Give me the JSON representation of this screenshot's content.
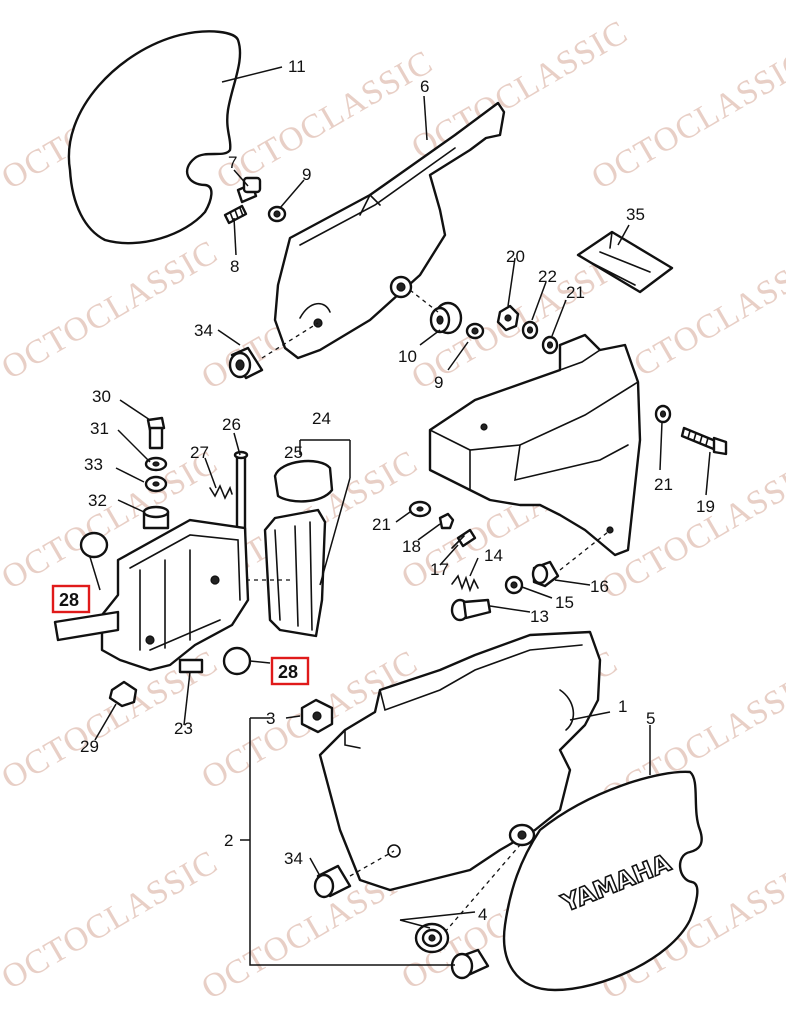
{
  "watermark": {
    "text": "OCTOCLASSIC",
    "color": "#e8cfc6"
  },
  "highlight_color": "#e01a1a",
  "callouts": [
    {
      "id": "n1",
      "label": "1"
    },
    {
      "id": "n2",
      "label": "2"
    },
    {
      "id": "n3",
      "label": "3"
    },
    {
      "id": "n4",
      "label": "4"
    },
    {
      "id": "n5",
      "label": "5"
    },
    {
      "id": "n6",
      "label": "6"
    },
    {
      "id": "n7",
      "label": "7"
    },
    {
      "id": "n8",
      "label": "8"
    },
    {
      "id": "n9a",
      "label": "9"
    },
    {
      "id": "n9b",
      "label": "9"
    },
    {
      "id": "n10",
      "label": "10"
    },
    {
      "id": "n11",
      "label": "11"
    },
    {
      "id": "n13",
      "label": "13"
    },
    {
      "id": "n14",
      "label": "14"
    },
    {
      "id": "n15",
      "label": "15"
    },
    {
      "id": "n16",
      "label": "16"
    },
    {
      "id": "n17",
      "label": "17"
    },
    {
      "id": "n18",
      "label": "18"
    },
    {
      "id": "n19",
      "label": "19"
    },
    {
      "id": "n20",
      "label": "20"
    },
    {
      "id": "n21a",
      "label": "21"
    },
    {
      "id": "n21b",
      "label": "21"
    },
    {
      "id": "n21c",
      "label": "21"
    },
    {
      "id": "n22",
      "label": "22"
    },
    {
      "id": "n23",
      "label": "23"
    },
    {
      "id": "n24",
      "label": "24"
    },
    {
      "id": "n25",
      "label": "25"
    },
    {
      "id": "n26",
      "label": "26"
    },
    {
      "id": "n27",
      "label": "27"
    },
    {
      "id": "n29",
      "label": "29"
    },
    {
      "id": "n30",
      "label": "30"
    },
    {
      "id": "n31",
      "label": "31"
    },
    {
      "id": "n32",
      "label": "32"
    },
    {
      "id": "n33",
      "label": "33"
    },
    {
      "id": "n34a",
      "label": "34"
    },
    {
      "id": "n34b",
      "label": "34"
    },
    {
      "id": "n35",
      "label": "35"
    }
  ],
  "highlighted_callouts": [
    {
      "id": "h28a",
      "label": "28"
    },
    {
      "id": "h28b",
      "label": "28"
    }
  ],
  "emblem": {
    "text": "YAMAHA"
  }
}
